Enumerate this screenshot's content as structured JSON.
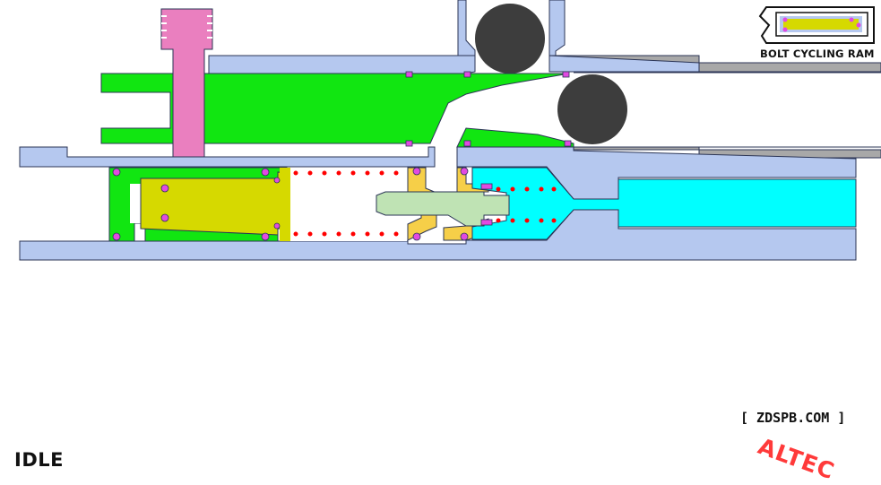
{
  "diagram": {
    "title": "BOLT CYCLING RAM",
    "state_label": "IDLE",
    "website": "[ ZDSPB.COM ]",
    "brand": "ALTEC",
    "colors": {
      "housing": "#b5c8ef",
      "outline": "#2b3556",
      "bolt": "#11e611",
      "ram_piston": "#d6d900",
      "cocking_handle": "#ea7fbf",
      "valve_ring": "#f6cf48",
      "valve_stem": "#bfe3b4",
      "air_chamber": "#00ffff",
      "ball": "#3d3d3d",
      "o_ring": "#e14ae1",
      "spring": "#ff0000",
      "barrel": "#a8a8a8",
      "logo": "#ff3a3a"
    }
  }
}
